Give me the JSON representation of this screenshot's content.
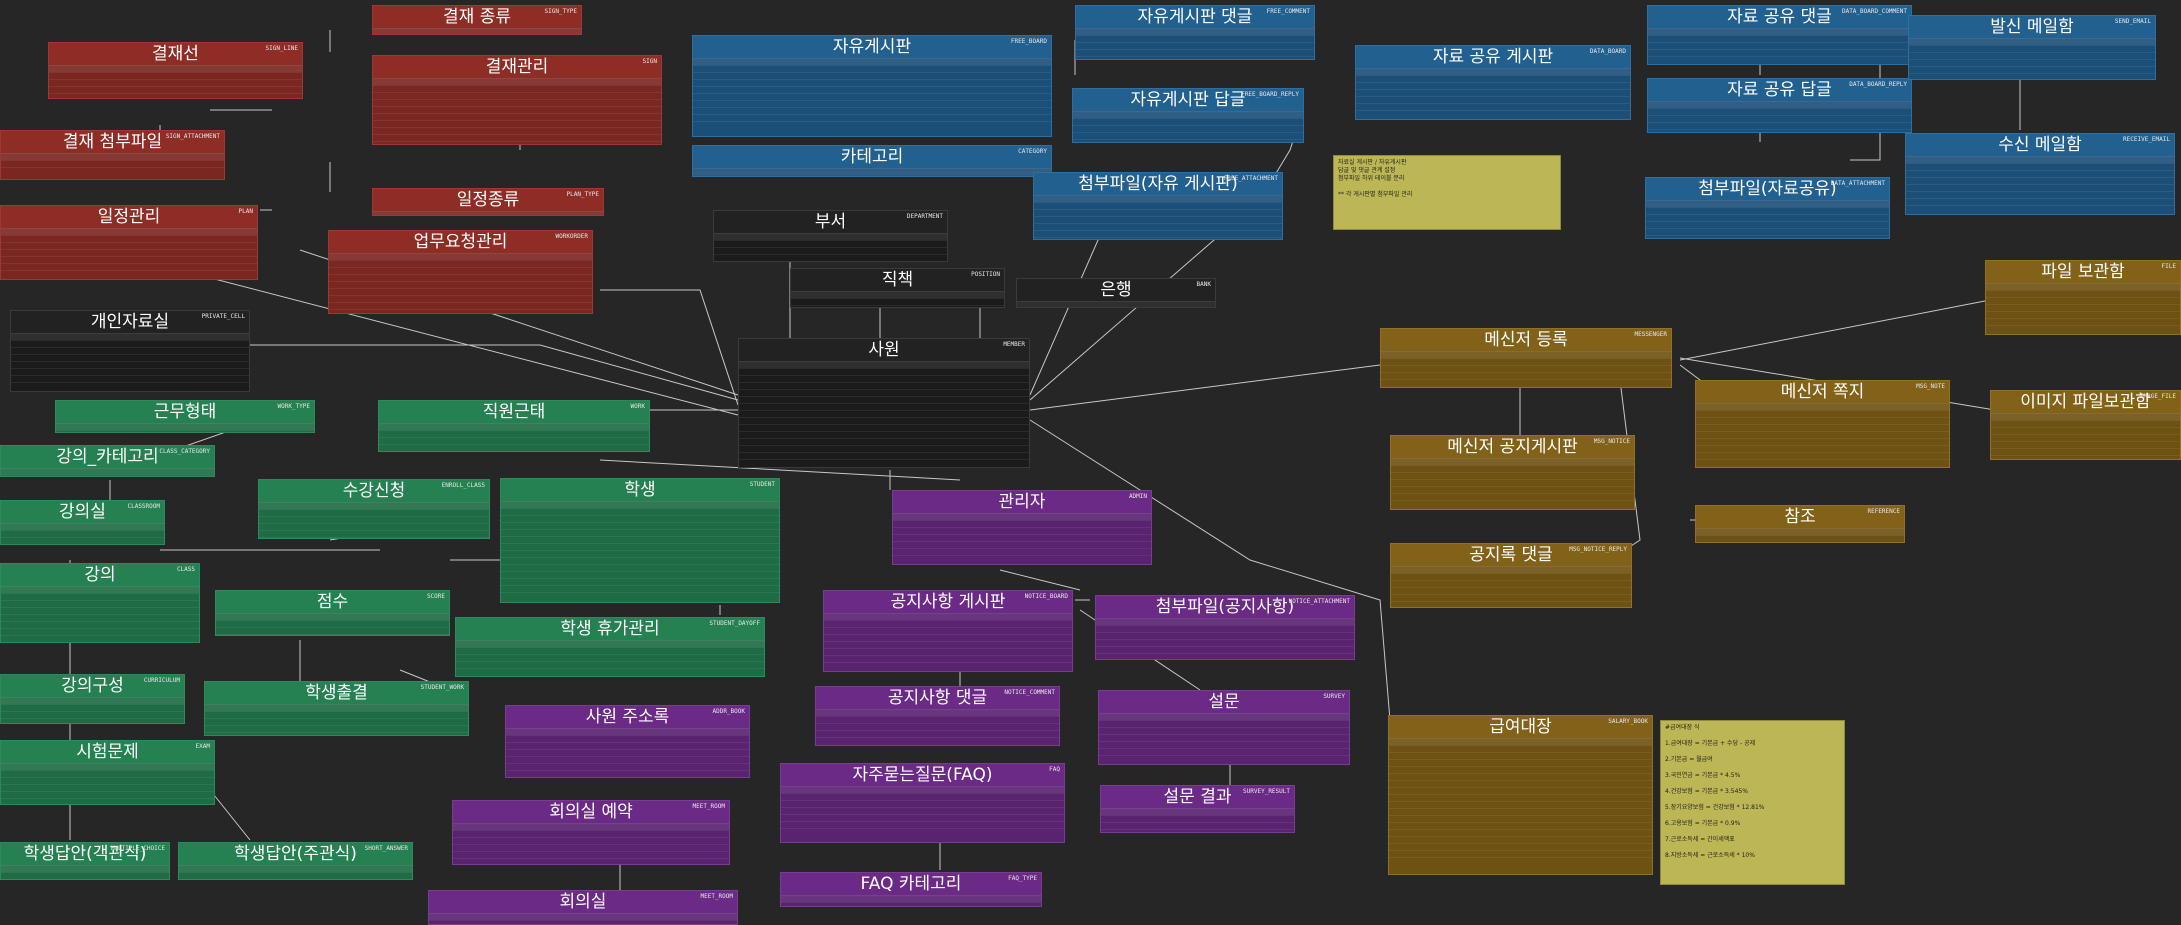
{
  "diagram": {
    "colors": {
      "red": "#7a2621",
      "blue": "#1c4f78",
      "dark": "#1b1b1b",
      "green": "#1f6b45",
      "purple": "#5a236f",
      "gold": "#6e5213",
      "note": "#bcb655",
      "link": "#c8c8c8",
      "background": "#262626"
    },
    "tables": [
      {
        "id": "sign_type",
        "title": "결재 종류",
        "physical": "SIGN_TYPE",
        "color": "red"
      },
      {
        "id": "sign_line",
        "title": "결재선",
        "physical": "SIGN_LINE",
        "color": "red"
      },
      {
        "id": "sign",
        "title": "결재관리",
        "physical": "SIGN",
        "color": "red"
      },
      {
        "id": "sign_attachment",
        "title": "결재 첨부파일",
        "physical": "SIGN_ATTACHMENT",
        "color": "red"
      },
      {
        "id": "plan_type",
        "title": "일정종류",
        "physical": "PLAN_TYPE",
        "color": "red"
      },
      {
        "id": "plan",
        "title": "일정관리",
        "physical": "PLAN",
        "color": "red"
      },
      {
        "id": "workorder",
        "title": "업무요청관리",
        "physical": "WORKORDER",
        "color": "red"
      },
      {
        "id": "free_board",
        "title": "자유게시판",
        "physical": "FREE_BOARD",
        "color": "blue"
      },
      {
        "id": "free_comment",
        "title": "자유게시판 댓글",
        "physical": "FREE_COMMENT",
        "color": "blue"
      },
      {
        "id": "free_reply",
        "title": "자유게시판 답글",
        "physical": "FREE_BOARD_REPLY",
        "color": "blue"
      },
      {
        "id": "category",
        "title": "카테고리",
        "physical": "CATEGORY",
        "color": "blue"
      },
      {
        "id": "free_attachment",
        "title": "첨부파일(자유 게시판)",
        "physical": "FREE_ATTACHMENT",
        "color": "blue"
      },
      {
        "id": "data_board",
        "title": "자료 공유 게시판",
        "physical": "DATA_BOARD",
        "color": "blue"
      },
      {
        "id": "data_comment",
        "title": "자료 공유 댓글",
        "physical": "DATA_BOARD_COMMENT",
        "color": "blue"
      },
      {
        "id": "data_reply",
        "title": "자료 공유 답글",
        "physical": "DATA_BOARD_REPLY",
        "color": "blue"
      },
      {
        "id": "data_attachment",
        "title": "첨부파일(자료공유)",
        "physical": "DATA_ATTACHMENT",
        "color": "blue"
      },
      {
        "id": "send_email",
        "title": "발신 메일함",
        "physical": "SEND_EMAIL",
        "color": "blue"
      },
      {
        "id": "receive_email",
        "title": "수신 메일함",
        "physical": "RECEIVE_EMAIL",
        "color": "blue"
      },
      {
        "id": "department",
        "title": "부서",
        "physical": "DEPARTMENT",
        "color": "dark"
      },
      {
        "id": "position",
        "title": "직책",
        "physical": "POSITION",
        "color": "dark"
      },
      {
        "id": "bank",
        "title": "은행",
        "physical": "BANK",
        "color": "dark"
      },
      {
        "id": "private_cell",
        "title": "개인자료실",
        "physical": "PRIVATE_CELL",
        "color": "dark"
      },
      {
        "id": "member",
        "title": "사원",
        "physical": "MEMBER",
        "color": "dark"
      },
      {
        "id": "work_type",
        "title": "근무형태",
        "physical": "WORK_TYPE",
        "color": "green"
      },
      {
        "id": "work_attend",
        "title": "직원근태",
        "physical": "WORK",
        "color": "green"
      },
      {
        "id": "class_category",
        "title": "강의_카테고리",
        "physical": "CLASS_CATEGORY",
        "color": "green"
      },
      {
        "id": "classroom",
        "title": "강의실",
        "physical": "CLASSROOM",
        "color": "green"
      },
      {
        "id": "enroll_class",
        "title": "수강신청",
        "physical": "ENROLL_CLASS",
        "color": "green"
      },
      {
        "id": "student",
        "title": "학생",
        "physical": "STUDENT",
        "color": "green"
      },
      {
        "id": "class",
        "title": "강의",
        "physical": "CLASS",
        "color": "green"
      },
      {
        "id": "score",
        "title": "점수",
        "physical": "SCORE",
        "color": "green"
      },
      {
        "id": "student_dayoff",
        "title": "학생 휴가관리",
        "physical": "STUDENT_DAYOFF",
        "color": "green"
      },
      {
        "id": "curriculum",
        "title": "강의구성",
        "physical": "CURRICULUM",
        "color": "green"
      },
      {
        "id": "student_attend",
        "title": "학생출결",
        "physical": "STUDENT_WORK",
        "color": "green"
      },
      {
        "id": "exam",
        "title": "시험문제",
        "physical": "EXAM",
        "color": "green"
      },
      {
        "id": "multiple_choice",
        "title": "학생답안(객관식)",
        "physical": "MULTIPLE_CHOICE",
        "color": "green"
      },
      {
        "id": "short_answer",
        "title": "학생답안(주관식)",
        "physical": "SHORT_ANSWER",
        "color": "green"
      },
      {
        "id": "admin",
        "title": "관리자",
        "physical": "ADMIN",
        "color": "purple"
      },
      {
        "id": "notice_board",
        "title": "공지사항 게시판",
        "physical": "NOTICE_BOARD",
        "color": "purple"
      },
      {
        "id": "notice_attachment",
        "title": "첨부파일(공지사항)",
        "physical": "NOTICE_ATTACHMENT",
        "color": "purple"
      },
      {
        "id": "address_book",
        "title": "사원 주소록",
        "physical": "ADDR_BOOK",
        "color": "purple"
      },
      {
        "id": "notice_comment",
        "title": "공지사항 댓글",
        "physical": "NOTICE_COMMENT",
        "color": "purple"
      },
      {
        "id": "survey",
        "title": "설문",
        "physical": "SURVEY",
        "color": "purple"
      },
      {
        "id": "meet_room_rsv",
        "title": "회의실 예약",
        "physical": "MEET_ROOM",
        "color": "purple"
      },
      {
        "id": "faq",
        "title": "자주묻는질문(FAQ)",
        "physical": "FAQ",
        "color": "purple"
      },
      {
        "id": "survey_result",
        "title": "설문 결과",
        "physical": "SURVEY_RESULT",
        "color": "purple"
      },
      {
        "id": "faq_type",
        "title": "FAQ 카테고리",
        "physical": "FAQ_TYPE",
        "color": "purple"
      },
      {
        "id": "meet_room",
        "title": "회의실",
        "physical": "MEET_ROOM",
        "color": "purple"
      },
      {
        "id": "file_storage",
        "title": "파일 보관함",
        "physical": "FILE",
        "color": "gold"
      },
      {
        "id": "messenger",
        "title": "메신저 등록",
        "physical": "MESSENGER",
        "color": "gold"
      },
      {
        "id": "msg_note",
        "title": "메신저 쪽지",
        "physical": "MSG_NOTE",
        "color": "gold"
      },
      {
        "id": "image_storage",
        "title": "이미지 파일보관함",
        "physical": "IMAGE_FILE",
        "color": "gold"
      },
      {
        "id": "msg_notice",
        "title": "메신저 공지게시판",
        "physical": "MSG_NOTICE",
        "color": "gold"
      },
      {
        "id": "reference",
        "title": "참조",
        "physical": "REFERENCE",
        "color": "gold"
      },
      {
        "id": "msg_notice_reply",
        "title": "공지록 댓글",
        "physical": "MSG_NOTICE_REPLY",
        "color": "gold"
      },
      {
        "id": "salary_book",
        "title": "급여대장",
        "physical": "SALARY_BOOK",
        "color": "gold"
      }
    ],
    "notes": [
      {
        "id": "note_top",
        "lines": [
          "자료실 게시판 / 자유게시판",
          "답글 및 댓글 관계 설정",
          "첨부파일 하위 테이블 분리",
          "",
          "** 각 게시판별 첨부파일 관리"
        ]
      },
      {
        "id": "note_salary",
        "lines": [
          "#급여대장 식",
          "",
          "1.급여대장 = 기본급 + 수당 - 공제",
          "",
          "2.기본급 = 월급여",
          "",
          "3.국민연금 = 기본급 * 4.5%",
          "",
          "4.건강보험 = 기본급 * 3.545%",
          "",
          "5.장기요양보험 = 건강보험 * 12.81%",
          "",
          "6.고용보험 = 기본급 * 0.9%",
          "",
          "7.근로소득세 = 간이세액표",
          "",
          "8.지방소득세 = 근로소득세 * 10%"
        ]
      }
    ]
  }
}
